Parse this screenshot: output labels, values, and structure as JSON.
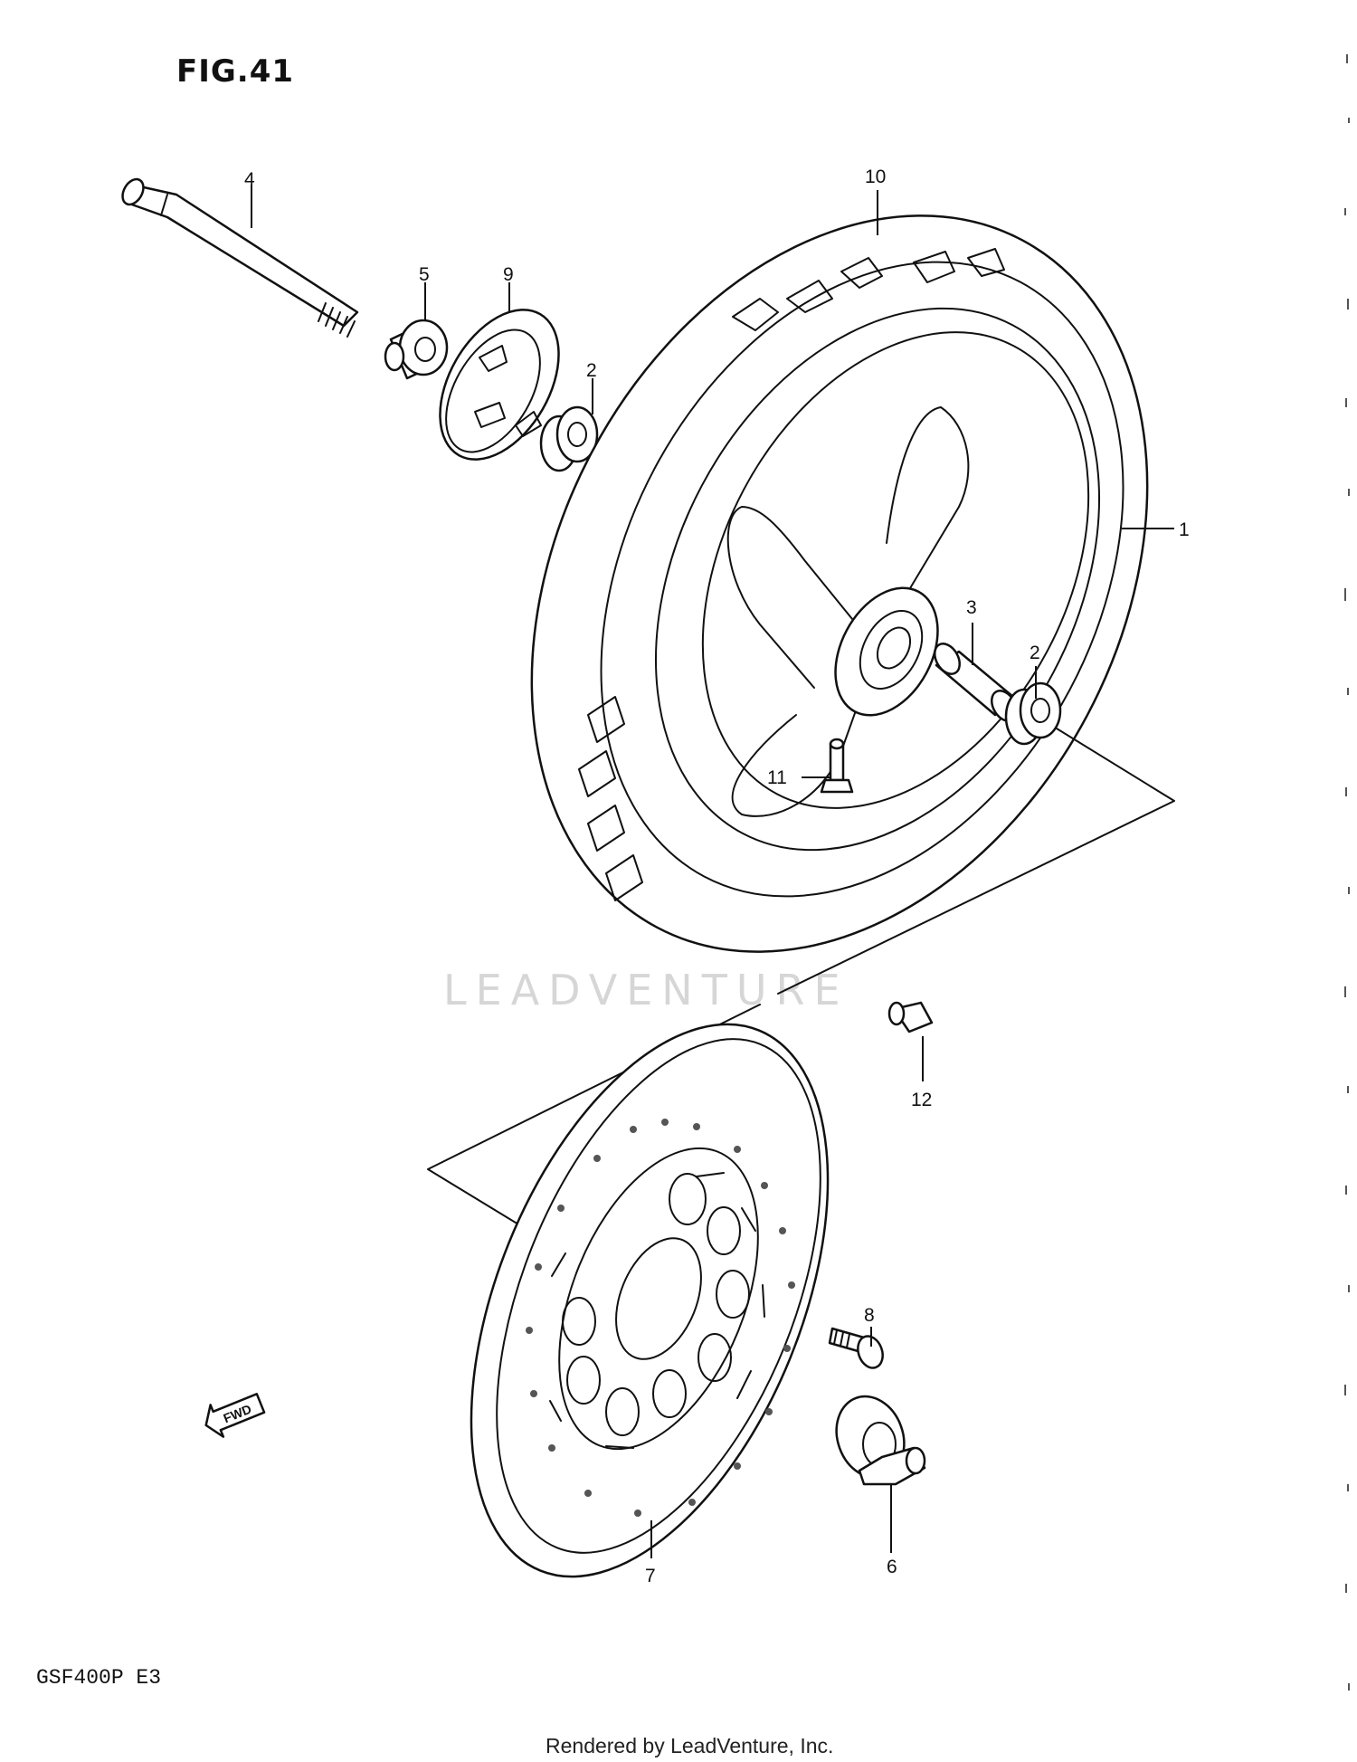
{
  "figure": {
    "title": "FIG.41",
    "model": "GSF400P E3"
  },
  "footer": {
    "text": "Rendered by LeadVenture, Inc."
  },
  "watermark": {
    "text": "LEADVENTURE"
  },
  "fwd_badge": {
    "label": "FWD"
  },
  "callouts": {
    "c1": "1",
    "c2a": "2",
    "c2b": "2",
    "c3": "3",
    "c4": "4",
    "c5": "5",
    "c6": "6",
    "c7": "7",
    "c8": "8",
    "c9": "9",
    "c10": "10",
    "c11": "11",
    "c12": "12"
  }
}
